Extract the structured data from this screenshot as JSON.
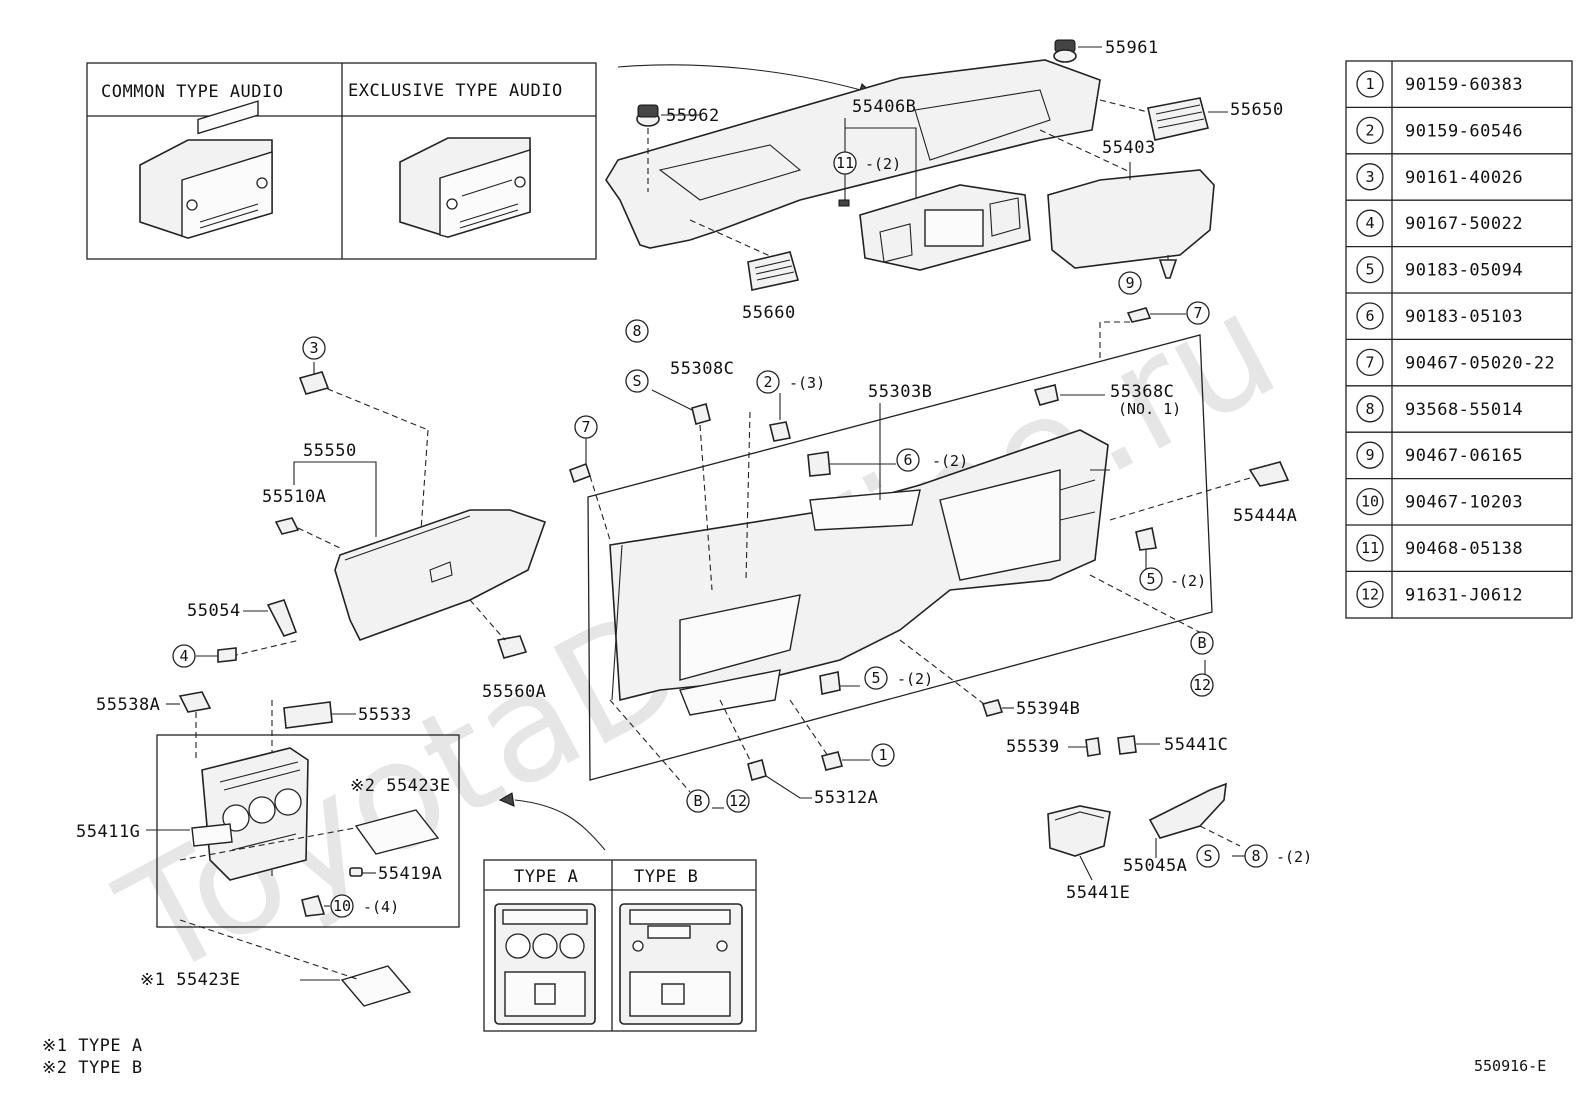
{
  "watermark": "ToyotaDaWine.ru",
  "audio_table": {
    "headers": [
      "COMMON TYPE AUDIO",
      "EXCLUSIVE TYPE AUDIO"
    ]
  },
  "legend": [
    {
      "num": "1",
      "part": "90159-60383"
    },
    {
      "num": "2",
      "part": "90159-60546"
    },
    {
      "num": "3",
      "part": "90161-40026"
    },
    {
      "num": "4",
      "part": "90167-50022"
    },
    {
      "num": "5",
      "part": "90183-05094"
    },
    {
      "num": "6",
      "part": "90183-05103"
    },
    {
      "num": "7",
      "part": "90467-05020-22"
    },
    {
      "num": "8",
      "part": "93568-55014"
    },
    {
      "num": "9",
      "part": "90467-06165"
    },
    {
      "num": "10",
      "part": "90467-10203"
    },
    {
      "num": "11",
      "part": "90468-05138"
    },
    {
      "num": "12",
      "part": "91631-J0612"
    }
  ],
  "labels": {
    "p55961": "55961",
    "p55962": "55962",
    "p55406B": "55406B",
    "p55650": "55650",
    "p55403": "55403",
    "p55660": "55660",
    "p55308C": "55308C",
    "p55303B": "55303B",
    "p55368C": "55368C",
    "p55368C_note": "(NO. 1)",
    "p55550": "55550",
    "p55510A": "55510A",
    "p55054": "55054",
    "p55560A": "55560A",
    "p55444A": "55444A",
    "p55538A": "55538A",
    "p55533": "55533",
    "p55394B": "55394B",
    "p55539": "55539",
    "p55441C": "55441C",
    "p55312A": "55312A",
    "p55423E_2": "※2 55423E",
    "p55411G": "55411G",
    "p55419A": "55419A",
    "p55045A": "55045A",
    "p55441E": "55441E",
    "p55423E_1": "※1 55423E",
    "q2": "(2)",
    "q3": "(3)",
    "q4": "(4)"
  },
  "callouts": {
    "c1": "1",
    "c2": "2",
    "c3": "3",
    "c4": "4",
    "c5": "5",
    "c6": "6",
    "c7": "7",
    "c8": "8",
    "c9": "9",
    "c10": "10",
    "c11": "11",
    "c12": "12",
    "cS": "S",
    "cB": "B"
  },
  "type_table": {
    "headers": [
      "TYPE A",
      "TYPE B"
    ]
  },
  "footnotes": [
    "※1 TYPE A",
    "※2 TYPE B"
  ],
  "diagram_code": "550916-E"
}
